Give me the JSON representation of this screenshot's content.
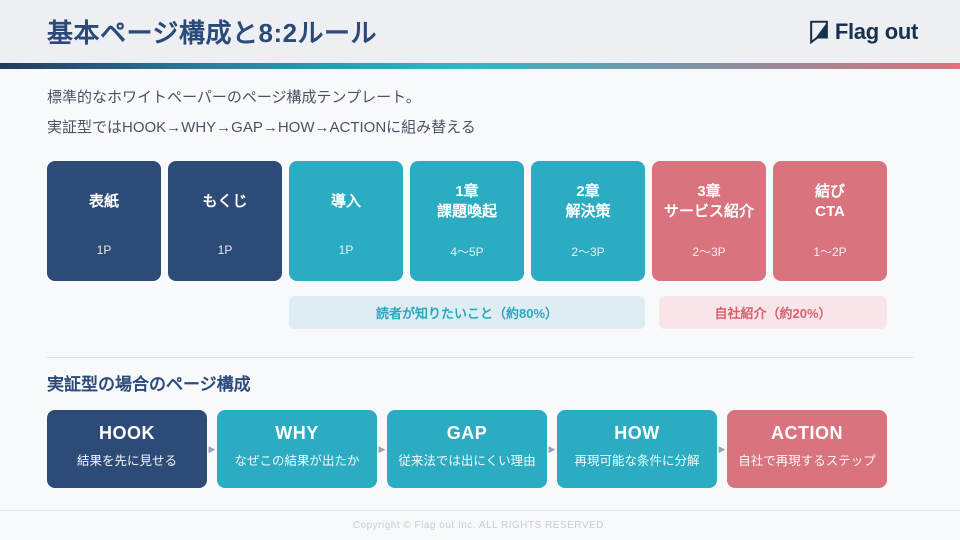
{
  "header": {
    "title": "基本ページ構成と8:2ルール",
    "logo_text": "Flag out"
  },
  "intro_lines": [
    "標準的なホワイトペーパーのページ構成テンプレート。",
    "実証型ではHOOK→WHY→GAP→HOW→ACTIONに組み替える"
  ],
  "colors": {
    "navy": "#2d4b77",
    "teal": "#2cacc3",
    "red": "#d9737e",
    "title_navy": "#2b4a7a",
    "label_teal_bg": "#ddedf2",
    "label_teal_text": "#2ba7bf",
    "label_red_bg": "#f8e5e8",
    "label_red_text": "#d9616e",
    "header_bg": "#edeff3",
    "body_bg": "#f8f9fb"
  },
  "page_structure": {
    "blocks": [
      {
        "title": "表紙",
        "pages": "1P",
        "color": "navy"
      },
      {
        "title": "もくじ",
        "pages": "1P",
        "color": "navy"
      },
      {
        "title": "導入",
        "pages": "1P",
        "color": "teal"
      },
      {
        "title": "1章\n課題喚起",
        "pages": "4〜5P",
        "color": "teal"
      },
      {
        "title": "2章\n解決策",
        "pages": "2〜3P",
        "color": "teal"
      },
      {
        "title": "3章\nサービス紹介",
        "pages": "2〜3P",
        "color": "red"
      },
      {
        "title": "結び\nCTA",
        "pages": "1〜2P",
        "color": "red"
      }
    ],
    "labels": [
      {
        "text": "読者が知りたいこと（約80%）",
        "theme": "teal"
      },
      {
        "text": "自社紹介（約20%）",
        "theme": "red"
      }
    ]
  },
  "flow_section": {
    "heading": "実証型の場合のページ構成",
    "arrow": "▶",
    "steps": [
      {
        "title": "HOOK",
        "subtitle": "結果を先に見せる",
        "color": "navy"
      },
      {
        "title": "WHY",
        "subtitle": "なぜこの結果が出たか",
        "color": "teal"
      },
      {
        "title": "GAP",
        "subtitle": "従来法では出にくい理由",
        "color": "teal"
      },
      {
        "title": "HOW",
        "subtitle": "再現可能な条件に分解",
        "color": "teal"
      },
      {
        "title": "ACTION",
        "subtitle": "自社で再現するステップ",
        "color": "red"
      }
    ]
  },
  "footer": {
    "copyright": "Copyright © Flag out Inc. ALL RIGHTS RESERVED."
  }
}
